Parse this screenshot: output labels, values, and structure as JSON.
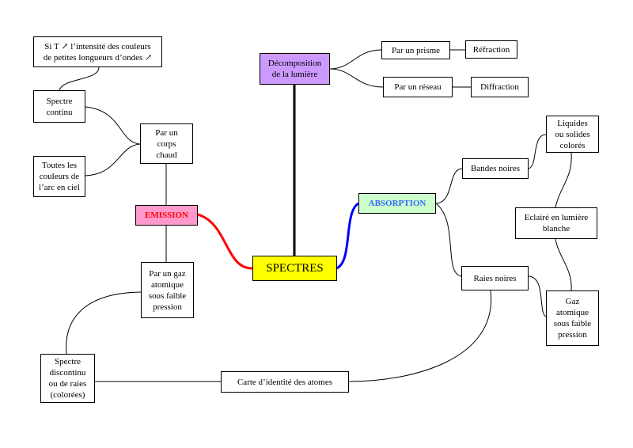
{
  "nodes": {
    "spectres": "SPECTRES",
    "decomposition": "Décomposition\nde la lumière",
    "par_prisme": "Par un prisme",
    "refraction": "Réfraction",
    "par_reseau": "Par un réseau",
    "diffraction": "Diffraction",
    "emission": "EMISSION",
    "absorption": "ABSORPTION",
    "si_t": "Si T ↗ l’intensité des couleurs\nde petites longueurs d’ondes ↗",
    "spectre_continu": "Spectre\ncontinu",
    "corps_chaud": "Par un\ncorps\nchaud",
    "toutes_couleurs": "Toutes les\ncouleurs de\nl’arc en ciel",
    "gaz_emission": "Par un gaz\natomique\nsous faible\npression",
    "spectre_discontinu": "Spectre\ndiscontinu\nou de raies\n(colorées)",
    "carte_identite": "Carte d’identité des atomes",
    "bandes_noires": "Bandes noires",
    "liquides": "Liquides\nou solides\ncolorés",
    "eclaire": "Eclairé en lumière\nblanche",
    "raies_noires": "Raies noires",
    "gaz_absorption": "Gaz\natomique\nsous faible\npression"
  },
  "colors": {
    "spectres_fill": "#ffff00",
    "decomposition_fill": "#cc99ff",
    "emission_fill": "#ff99cc",
    "emission_text": "#ff0000",
    "absorption_fill": "#ccffcc",
    "absorption_text": "#3366ff",
    "emission_link": "#ff0000",
    "absorption_link": "#0000ff",
    "main_link": "#000000"
  }
}
